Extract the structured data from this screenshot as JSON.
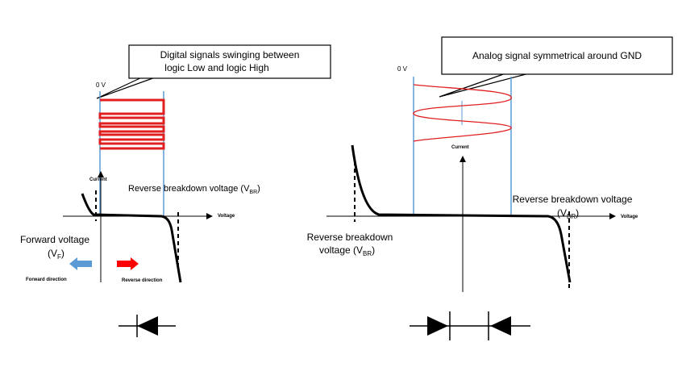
{
  "left_diagram": {
    "callout_line1": "Digital signals swinging between",
    "callout_line2": "logic Low and logic High",
    "zero_v": "0 V",
    "current_label": "Current",
    "voltage_label": "Voltage",
    "reverse_breakdown_label": "Reverse breakdown voltage (V",
    "reverse_breakdown_sub": "BR",
    "reverse_breakdown_close": ")",
    "forward_voltage_line1": "Forward voltage",
    "forward_voltage_line2": "(V",
    "forward_voltage_sub": "F",
    "forward_voltage_close": ")",
    "forward_direction": "Forward direction",
    "reverse_direction": "Reverse direction",
    "signal_color": "#e02020",
    "forward_arrow_color": "#5b9bd5",
    "reverse_arrow_color": "#ff0000",
    "icon": "zener-diode-symbol"
  },
  "right_diagram": {
    "callout_text": "Analog signal symmetrical around GND",
    "zero_v": "0 V",
    "current_label": "Current",
    "voltage_label": "Voltage",
    "reverse_breakdown_right_line1": "Reverse breakdown voltage",
    "reverse_breakdown_right_line2": "(V",
    "reverse_breakdown_right_sub": "BR",
    "reverse_breakdown_right_close": ")",
    "reverse_breakdown_left_line1": "Reverse breakdown",
    "reverse_breakdown_left_line2": "voltage (V",
    "reverse_breakdown_left_sub": "BR",
    "reverse_breakdown_left_close": ")",
    "signal_color": "#e02020",
    "rail_color": "#5b9bd5",
    "icon": "bidirectional-tvs-diode-symbol"
  }
}
